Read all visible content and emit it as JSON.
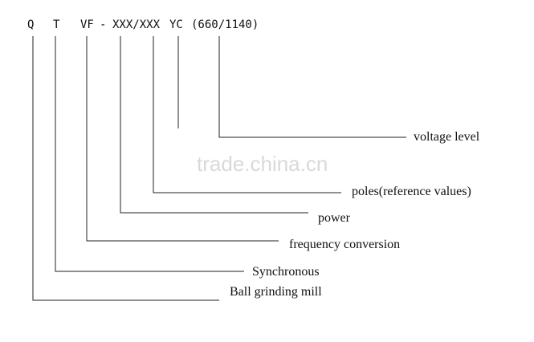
{
  "code": {
    "q": "Q",
    "t": "T",
    "vf": "VF",
    "dash": "-",
    "xxx": "XXX/XXX",
    "yc": "YC",
    "voltage": "(660/1140)"
  },
  "labels": {
    "voltage_level": "voltage level",
    "poles": "poles(reference values)",
    "power": "power",
    "frequency": "frequency conversion",
    "synchronous": "Synchronous",
    "ball_mill": "Ball grinding mill"
  },
  "watermark": "trade.china.cn"
}
